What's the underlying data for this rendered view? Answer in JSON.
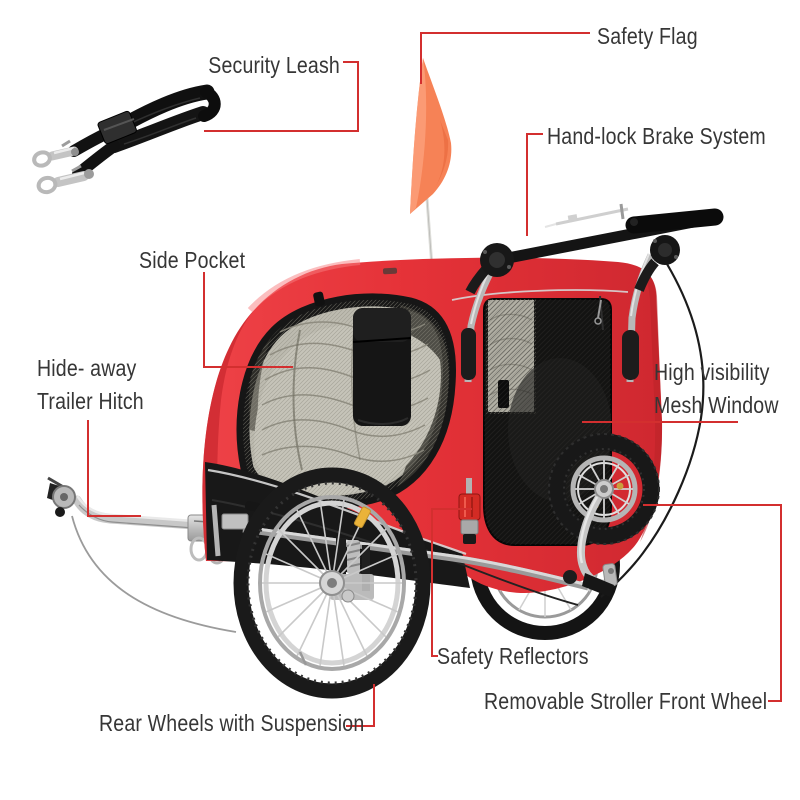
{
  "diagram_title": "Pet bike trailer stroller feature callout diagram",
  "colors": {
    "background": "#ffffff",
    "callout_line": "#d32f2f",
    "label_text": "#363636",
    "body_red": "#e53238",
    "fabric_black": "#161616",
    "mesh_gray": "#b4b2a7",
    "frame_silver": "#c6c6c6",
    "flag_orange": "#f68256",
    "reflector_yellow": "#eab33a",
    "reflector_red": "#d32b24"
  },
  "callouts": {
    "security_leash": {
      "label": "Security Leash"
    },
    "safety_flag": {
      "label": "Safety Flag"
    },
    "hand_lock_brake": {
      "label": "Hand-lock Brake System"
    },
    "side_pocket": {
      "label": "Side Pocket"
    },
    "hide_away_hitch": {
      "line1": "Hide- away",
      "line2": "Trailer Hitch"
    },
    "high_visibility_mesh": {
      "line1": "High visibility",
      "line2": "Mesh Window"
    },
    "safety_reflectors": {
      "label": "Safety Reflectors"
    },
    "removable_front_wheel": {
      "label": "Removable Stroller Front Wheel"
    },
    "rear_wheels": {
      "label": "Rear Wheels with Suspension"
    }
  },
  "illustration_parts": [
    "security-leash-photo",
    "safety-flag",
    "handlebar-with-brake",
    "side-mesh-window",
    "side-pocket",
    "rear-mesh-door",
    "hitch-arm",
    "rear-wheel",
    "far-rear-wheel",
    "front-swivel-wheel",
    "red-reflector",
    "yellow-spoke-reflector",
    "suspension-spring"
  ]
}
